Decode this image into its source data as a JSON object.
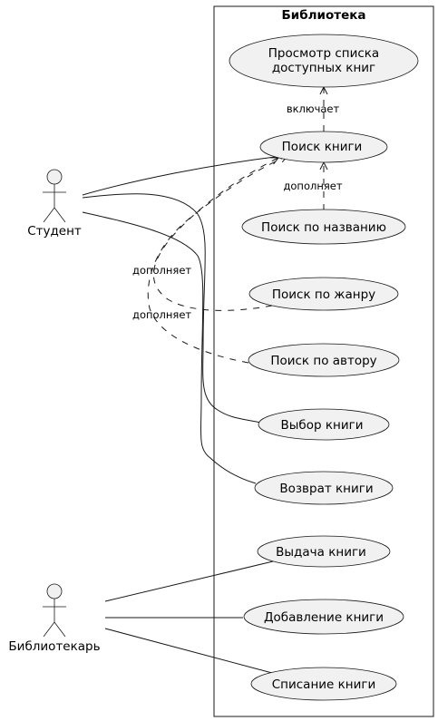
{
  "system": {
    "title": "Библиотека"
  },
  "actors": {
    "student": "Студент",
    "librarian": "Библиотекарь"
  },
  "use_cases": {
    "view_list": {
      "line1": "Просмотр списка",
      "line2": "доступных книг"
    },
    "search": "Поиск книги",
    "search_title": "Поиск по названию",
    "search_genre": "Поиск по жанру",
    "search_author": "Поиск по автору",
    "select": "Выбор книги",
    "return": "Возврат книги",
    "issue": "Выдача книги",
    "add": "Добавление книги",
    "writeoff": "Списание книги"
  },
  "relations": {
    "include": "включает",
    "extend_title": "дополняет",
    "extend_genre": "дополняет",
    "extend_author": "дополняет"
  }
}
